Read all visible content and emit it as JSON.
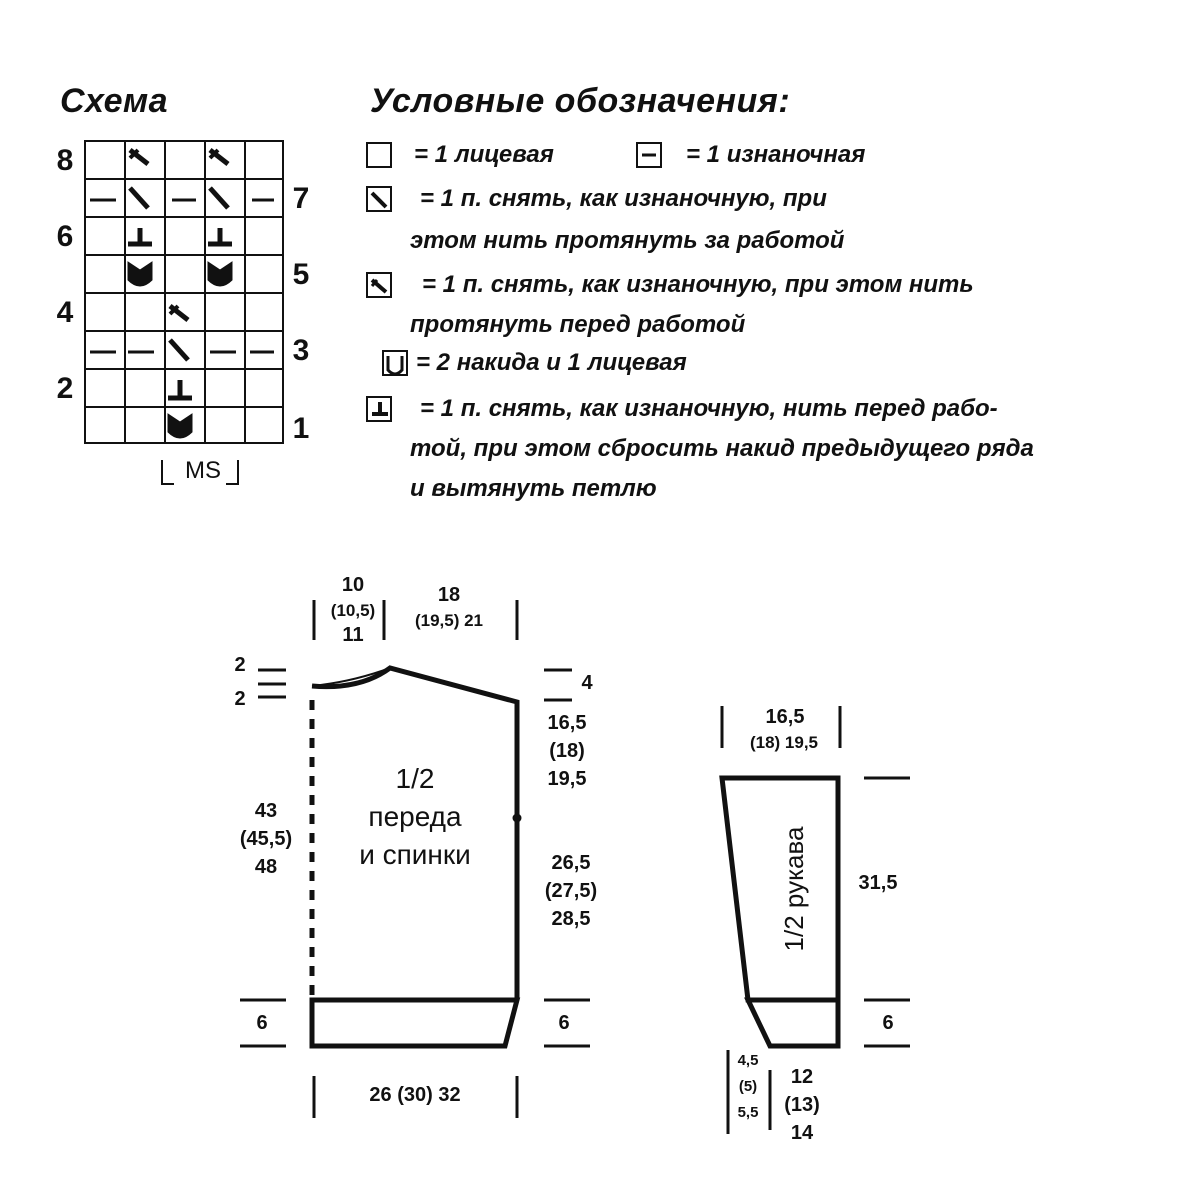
{
  "chart": {
    "title": "Схема",
    "row_numbers_left": [
      "8",
      "6",
      "4",
      "2"
    ],
    "row_numbers_right": [
      "7",
      "5",
      "3",
      "1"
    ],
    "repeat_label": "MS"
  },
  "legend": {
    "title": "Условные обозначения:",
    "items": [
      {
        "icon": "empty-square-icon",
        "text": "= 1 лицевая"
      },
      {
        "icon": "dash-square-icon",
        "text": "= 1 изнаночная"
      },
      {
        "icon": "slip-stitch-back-icon",
        "text": "= 1 п. снять, как изнаночную, при",
        "text2": "этом нить протянуть за работой"
      },
      {
        "icon": "slip-stitch-front-icon",
        "text": "= 1 п. снять, как изнаночную, при этом нить",
        "text2": "протянуть перед работой"
      },
      {
        "icon": "double-yarn-over-icon",
        "text": "= 2 накида и 1 лицевая"
      },
      {
        "icon": "dropped-yarn-over-icon",
        "text": "= 1 п. снять, как изнаночную, нить перед рабо-",
        "text2": "той, при этом сбросить накид предыдущего ряда",
        "text3": "и вытянуть петлю"
      }
    ]
  },
  "body_pattern": {
    "label_line1": "1/2",
    "label_line2": "переда",
    "label_line3": "и спинки",
    "neck_width": [
      "10",
      "(10,5)",
      "11"
    ],
    "shoulder_width": [
      "18",
      "(19,5) 21"
    ],
    "neck_depth_top": "2",
    "neck_depth_bottom": "2",
    "shoulder_drop": "4",
    "armhole_height": [
      "16,5",
      "(18)",
      "19,5"
    ],
    "total_length": [
      "43",
      "(45,5)",
      "48"
    ],
    "side_length": [
      "26,5",
      "(27,5)",
      "28,5"
    ],
    "rib_left": "6",
    "rib_right": "6",
    "bottom_width": "26 (30) 32"
  },
  "sleeve_pattern": {
    "label": "1/2 рукава",
    "top_width": [
      "16,5",
      "(18) 19,5"
    ],
    "length": "31,5",
    "rib": "6",
    "cuff_offset": [
      "4,5",
      "(5)",
      "5,5"
    ],
    "cuff_width": [
      "12",
      "(13)",
      "14"
    ]
  },
  "colors": {
    "ink": "#111111",
    "paper": "#ffffff"
  }
}
